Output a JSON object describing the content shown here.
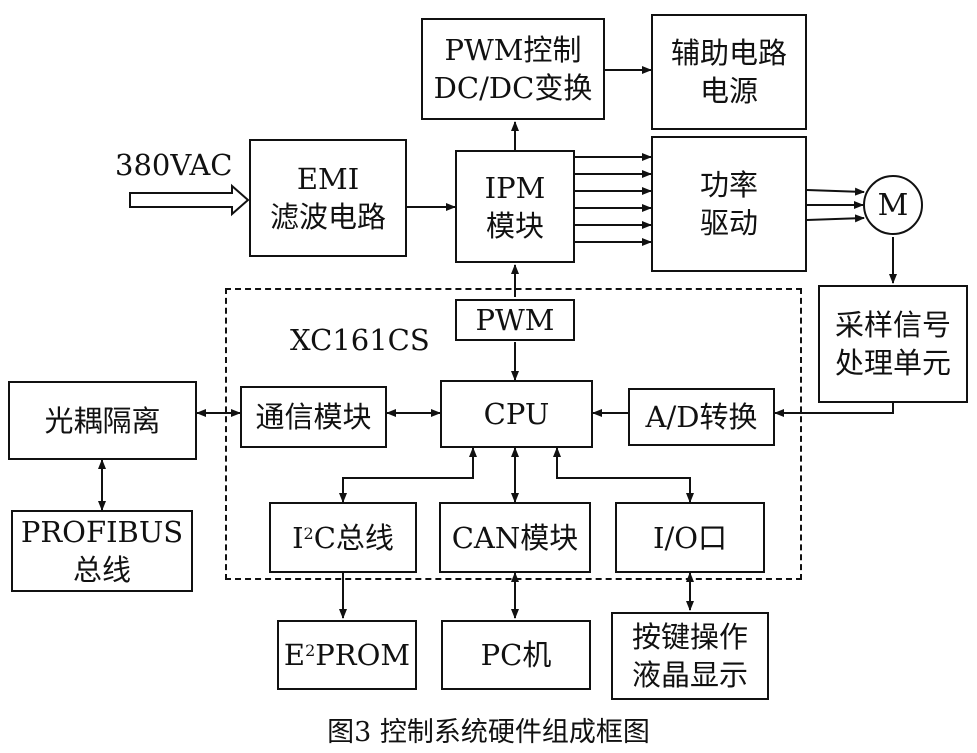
{
  "input_label": "380VAC",
  "mcu_label": "XC161CS",
  "caption": "图3 控制系统硬件组成框图",
  "motor": "M",
  "blocks": {
    "pwm_dcdc": [
      "PWM控制",
      "DC/DC变换"
    ],
    "aux_power": [
      "辅助电路",
      "电源"
    ],
    "emi": [
      "EMI",
      "滤波电路"
    ],
    "ipm": [
      "IPM",
      "模块"
    ],
    "power_drive": [
      "功率",
      "驱动"
    ],
    "sampling": [
      "采样信号",
      "处理单元"
    ],
    "pwm": "PWM",
    "cpu": "CPU",
    "ad": "A/D转换",
    "comm": "通信模块",
    "optocoupler": "光耦隔离",
    "profibus": [
      "PROFIBUS",
      "总线"
    ],
    "i2c": {
      "pre": "I",
      "sup": "2",
      "post": "C总线"
    },
    "can": "CAN模块",
    "io": "I/O口",
    "eeprom": {
      "pre": "E",
      "sup": "2",
      "post": "PROM"
    },
    "pc": "PC机",
    "keypad": [
      "按键操作",
      "液晶显示"
    ]
  }
}
